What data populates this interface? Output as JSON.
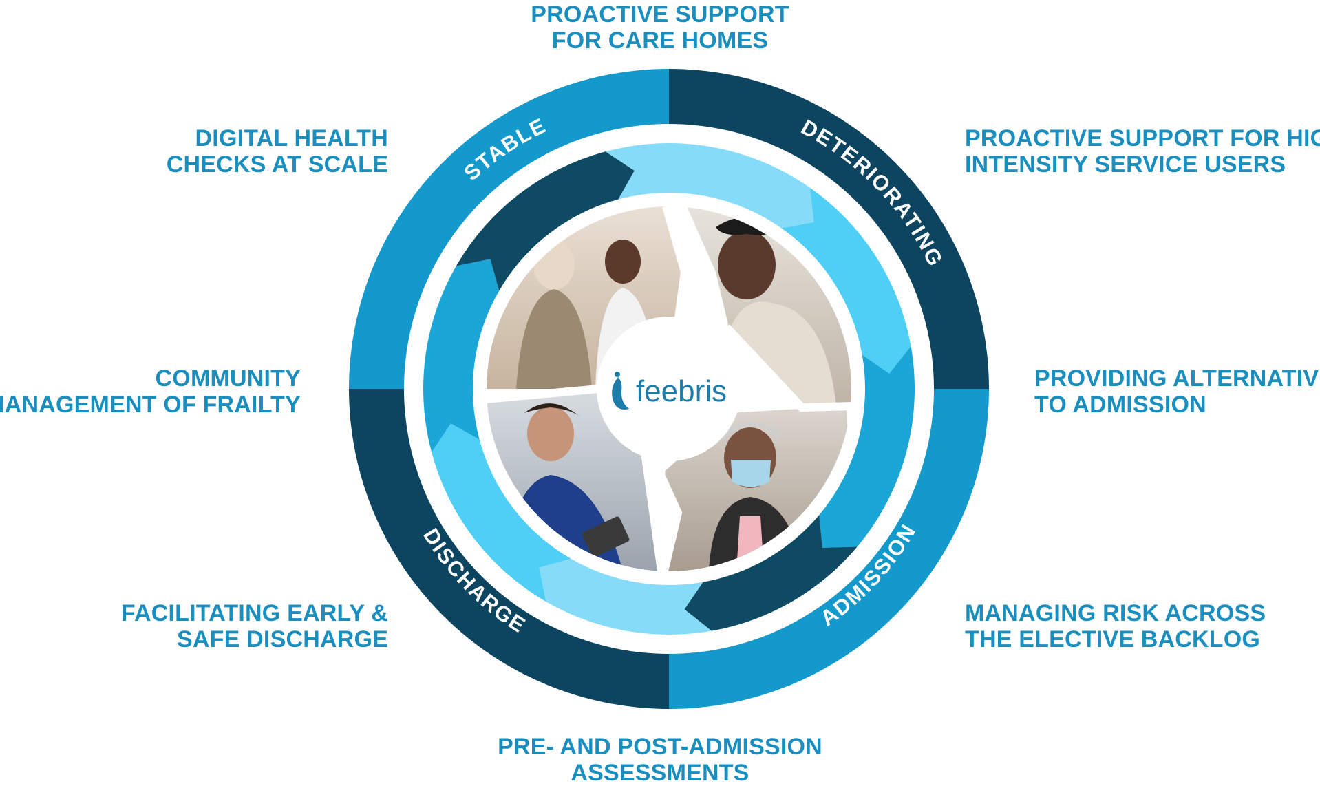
{
  "colors": {
    "label_text": "#1a8fbf",
    "outer_ring_dark": "#0d4560",
    "outer_ring_blue": "#1399cc",
    "arrow_dark": "#0e4a63",
    "arrow_mid": "#1ba6d8",
    "arrow_light": "#4fcff5",
    "arrow_pale": "#86dcf8",
    "logo": "#1d7da8"
  },
  "ring_labels": {
    "stable": "STABLE",
    "deteriorating": "DETERIORATING",
    "admission": "ADMISSION",
    "discharge": "DISCHARGE"
  },
  "center": {
    "logo_text": "feebris",
    "logo_icon": "feebris-logo-icon"
  },
  "photos": [
    {
      "name": "care-worker-with-elderly-woman-photo"
    },
    {
      "name": "woman-in-cardigan-photo"
    },
    {
      "name": "nurse-with-tablet-photo"
    },
    {
      "name": "masked-elderly-woman-photo"
    }
  ],
  "labels": {
    "top": {
      "line1": "PROACTIVE SUPPORT",
      "line2": "FOR CARE HOMES"
    },
    "top_right": {
      "line1": "PROACTIVE SUPPORT FOR HIGH",
      "line2": "INTENSITY SERVICE USERS"
    },
    "right": {
      "line1": "PROVIDING ALTERNATIVE",
      "line2": "TO ADMISSION"
    },
    "bottom_right": {
      "line1": "MANAGING RISK ACROSS",
      "line2": "THE ELECTIVE BACKLOG"
    },
    "bottom": {
      "line1": "PRE- AND POST-ADMISSION",
      "line2": "ASSESSMENTS"
    },
    "bottom_left": {
      "line1": "FACILITATING EARLY &",
      "line2": "SAFE DISCHARGE"
    },
    "left": {
      "line1": "COMMUNITY",
      "line2": "MANAGEMENT OF FRAILTY"
    },
    "top_left": {
      "line1": "DIGITAL HEALTH",
      "line2": "CHECKS AT SCALE"
    }
  }
}
